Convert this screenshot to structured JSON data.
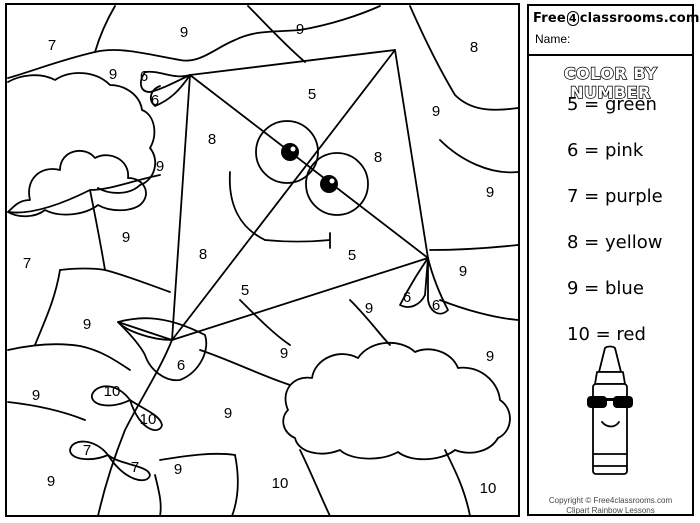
{
  "panel": {
    "brand_pre": "Free",
    "brand_four": "4",
    "brand_post": "classrooms.com",
    "name_label": "Name:",
    "title": "COLOR BY NUMBER",
    "legend": [
      {
        "label": "5 = green",
        "color": "#3a9d23"
      },
      {
        "label": "6 = pink",
        "color": "#ff7fbf"
      },
      {
        "label": "7 = purple",
        "color": "#7b3fa0"
      },
      {
        "label": "8 = yellow",
        "color": "#ffd700"
      },
      {
        "label": "9 = blue",
        "color": "#2f6fd6"
      },
      {
        "label": "10 = red",
        "color": "#d62f2f"
      }
    ],
    "copyright": "Copyright © Free4classrooms.com",
    "clipart": "Clipart Rainbow Lessons"
  },
  "picture": {
    "subject": "smiling kite flying among clouds",
    "numbers": {
      "n1": "7",
      "n2": "9",
      "n3": "9",
      "n4": "8",
      "n5": "9",
      "n6": "6",
      "n7": "6",
      "n8": "5",
      "n9": "9",
      "n10": "8",
      "n11": "8",
      "n12": "9",
      "n13": "9",
      "n14": "9",
      "n15": "7",
      "n16": "8",
      "n17": "5",
      "n18": "9",
      "n19": "5",
      "n20": "9",
      "n21": "6",
      "n22": "6",
      "n23": "9",
      "n24": "6",
      "n25": "9",
      "n26": "9",
      "n27": "9",
      "n28": "10",
      "n29": "10",
      "n30": "9",
      "n31": "7",
      "n32": "7",
      "n33": "9",
      "n34": "9",
      "n35": "10",
      "n36": "10"
    }
  }
}
